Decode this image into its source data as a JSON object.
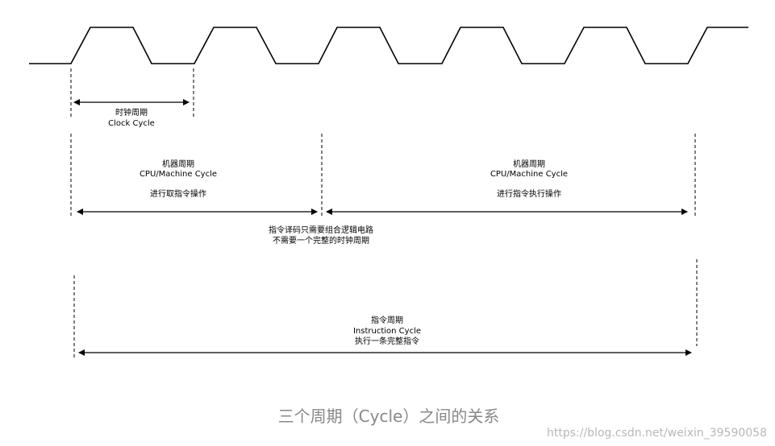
{
  "clock": {
    "label_cn": "时钟周期",
    "label_en": "Clock Cycle"
  },
  "machine_cycle_1": {
    "label_cn": "机器周期",
    "label_en": "CPU/Machine Cycle",
    "desc": "进行取指令操作"
  },
  "machine_cycle_2": {
    "label_cn": "机器周期",
    "label_en": "CPU/Machine Cycle",
    "desc": "进行指令执行操作"
  },
  "decode_note": {
    "line1": "指令译码只需要组合逻辑电路",
    "line2": "不需要一个完整的时钟周期"
  },
  "instruction_cycle": {
    "label_cn": "指令周期",
    "label_en": "Instruction Cycle",
    "desc": "执行一条完整指令"
  },
  "caption": "三个周期（Cycle）之间的关系",
  "watermark": "https://blog.csdn.net/weixin_39590058"
}
